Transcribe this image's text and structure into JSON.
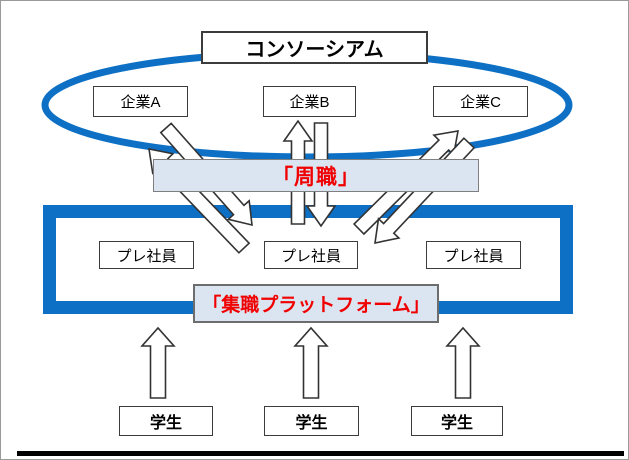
{
  "diagram": {
    "consortium_label": "コンソーシアム",
    "companies": [
      {
        "label": "企業A"
      },
      {
        "label": "企業B"
      },
      {
        "label": "企業C"
      }
    ],
    "shushoku_band_label": "「周職」",
    "pre_employees": [
      {
        "label": "プレ社員"
      },
      {
        "label": "プレ社員"
      },
      {
        "label": "プレ社員"
      }
    ],
    "platform_label": "「集職プラットフォーム」",
    "students": [
      {
        "label": "学生"
      },
      {
        "label": "学生"
      },
      {
        "label": "学生"
      }
    ]
  },
  "colors": {
    "accent_blue": "#0D70C5",
    "band_fill": "#DBE5F1",
    "highlight_red": "#F00000",
    "box_border": "#3C3C3C",
    "band_border": "#7F7F7F"
  }
}
